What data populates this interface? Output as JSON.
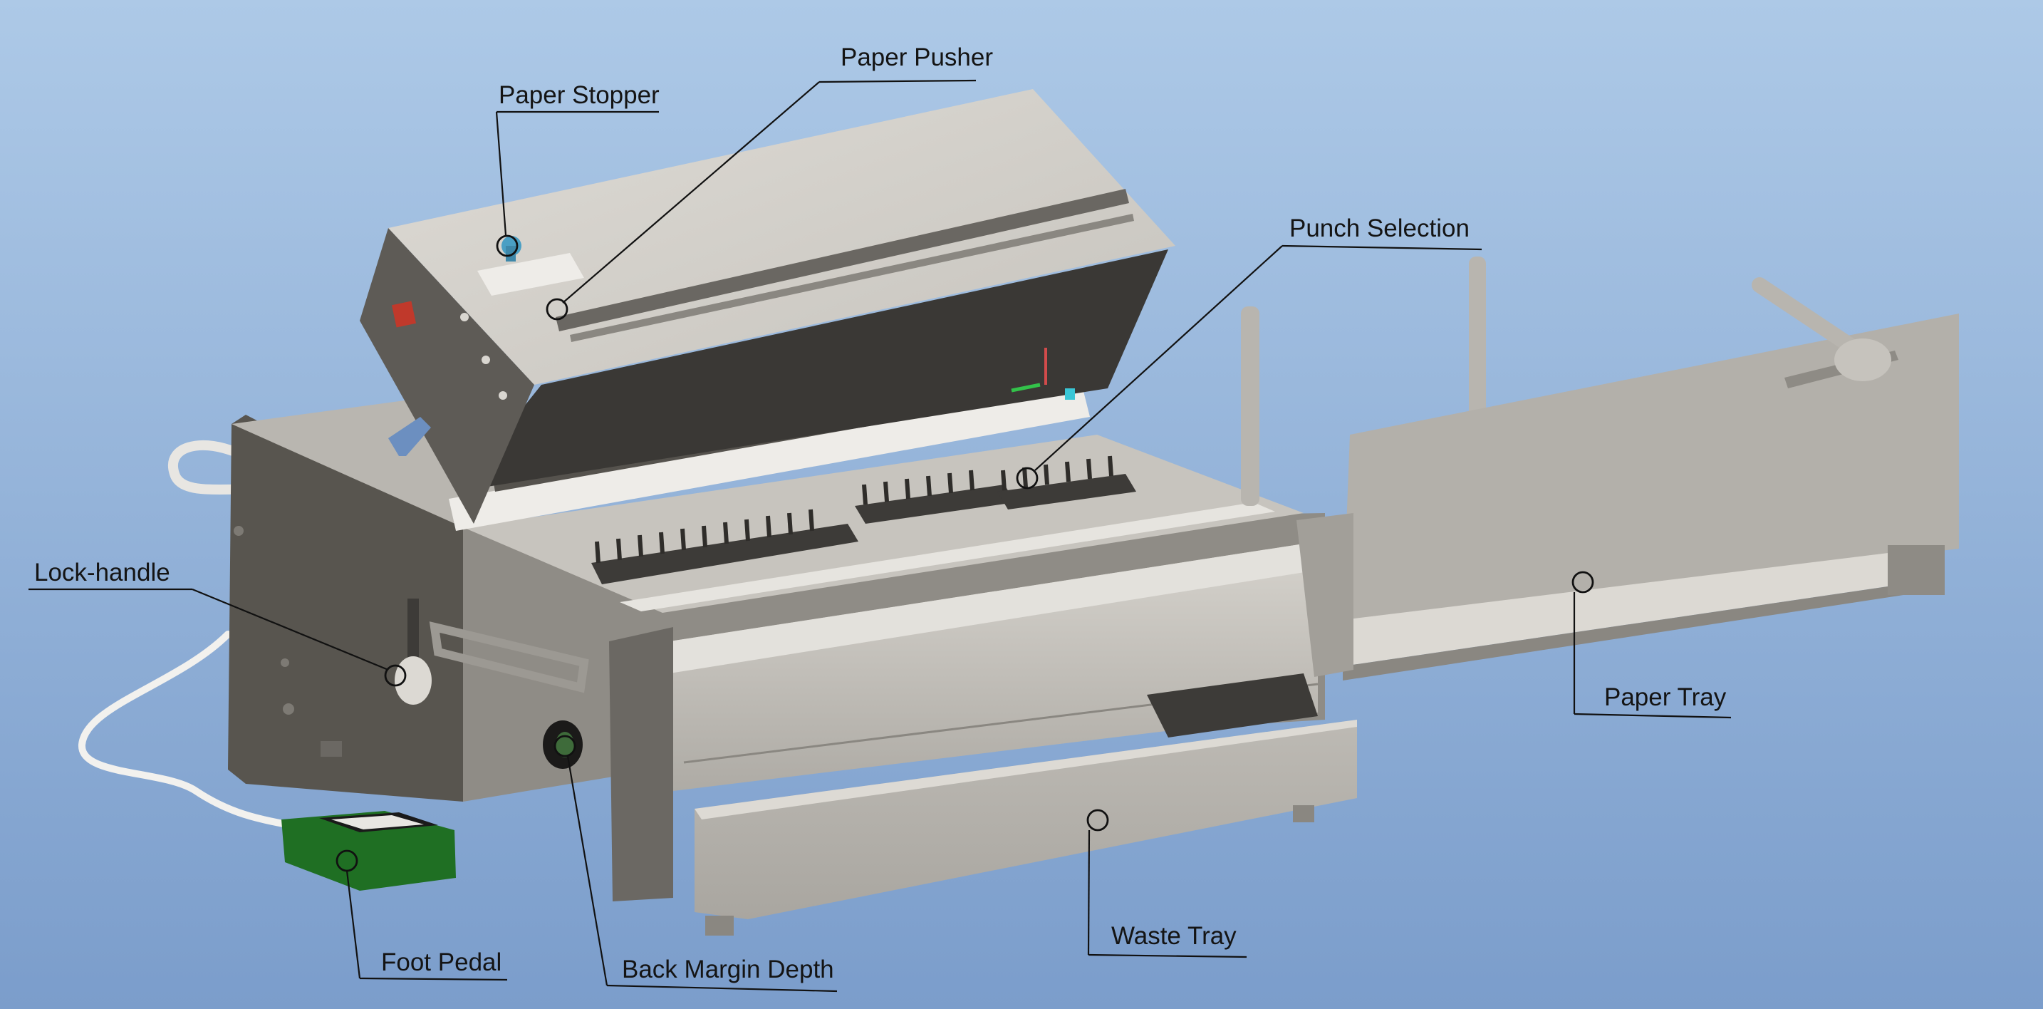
{
  "diagram": {
    "labels": {
      "paper_pusher": "Paper Pusher",
      "paper_stopper": "Paper Stopper",
      "punch_selection": "Punch Selection",
      "lock_handle": "Lock-handle",
      "paper_tray": "Paper Tray",
      "waste_tray": "Waste Tray",
      "foot_pedal": "Foot Pedal",
      "back_margin_depth": "Back Margin Depth"
    },
    "colors": {
      "background_top": "#a9c7e6",
      "background_bottom": "#7d9fcc",
      "machine_body": "#c9c6c0",
      "machine_dark": "#4a4845",
      "pedal": "#1e6b22",
      "leader_line": "#111111"
    }
  }
}
